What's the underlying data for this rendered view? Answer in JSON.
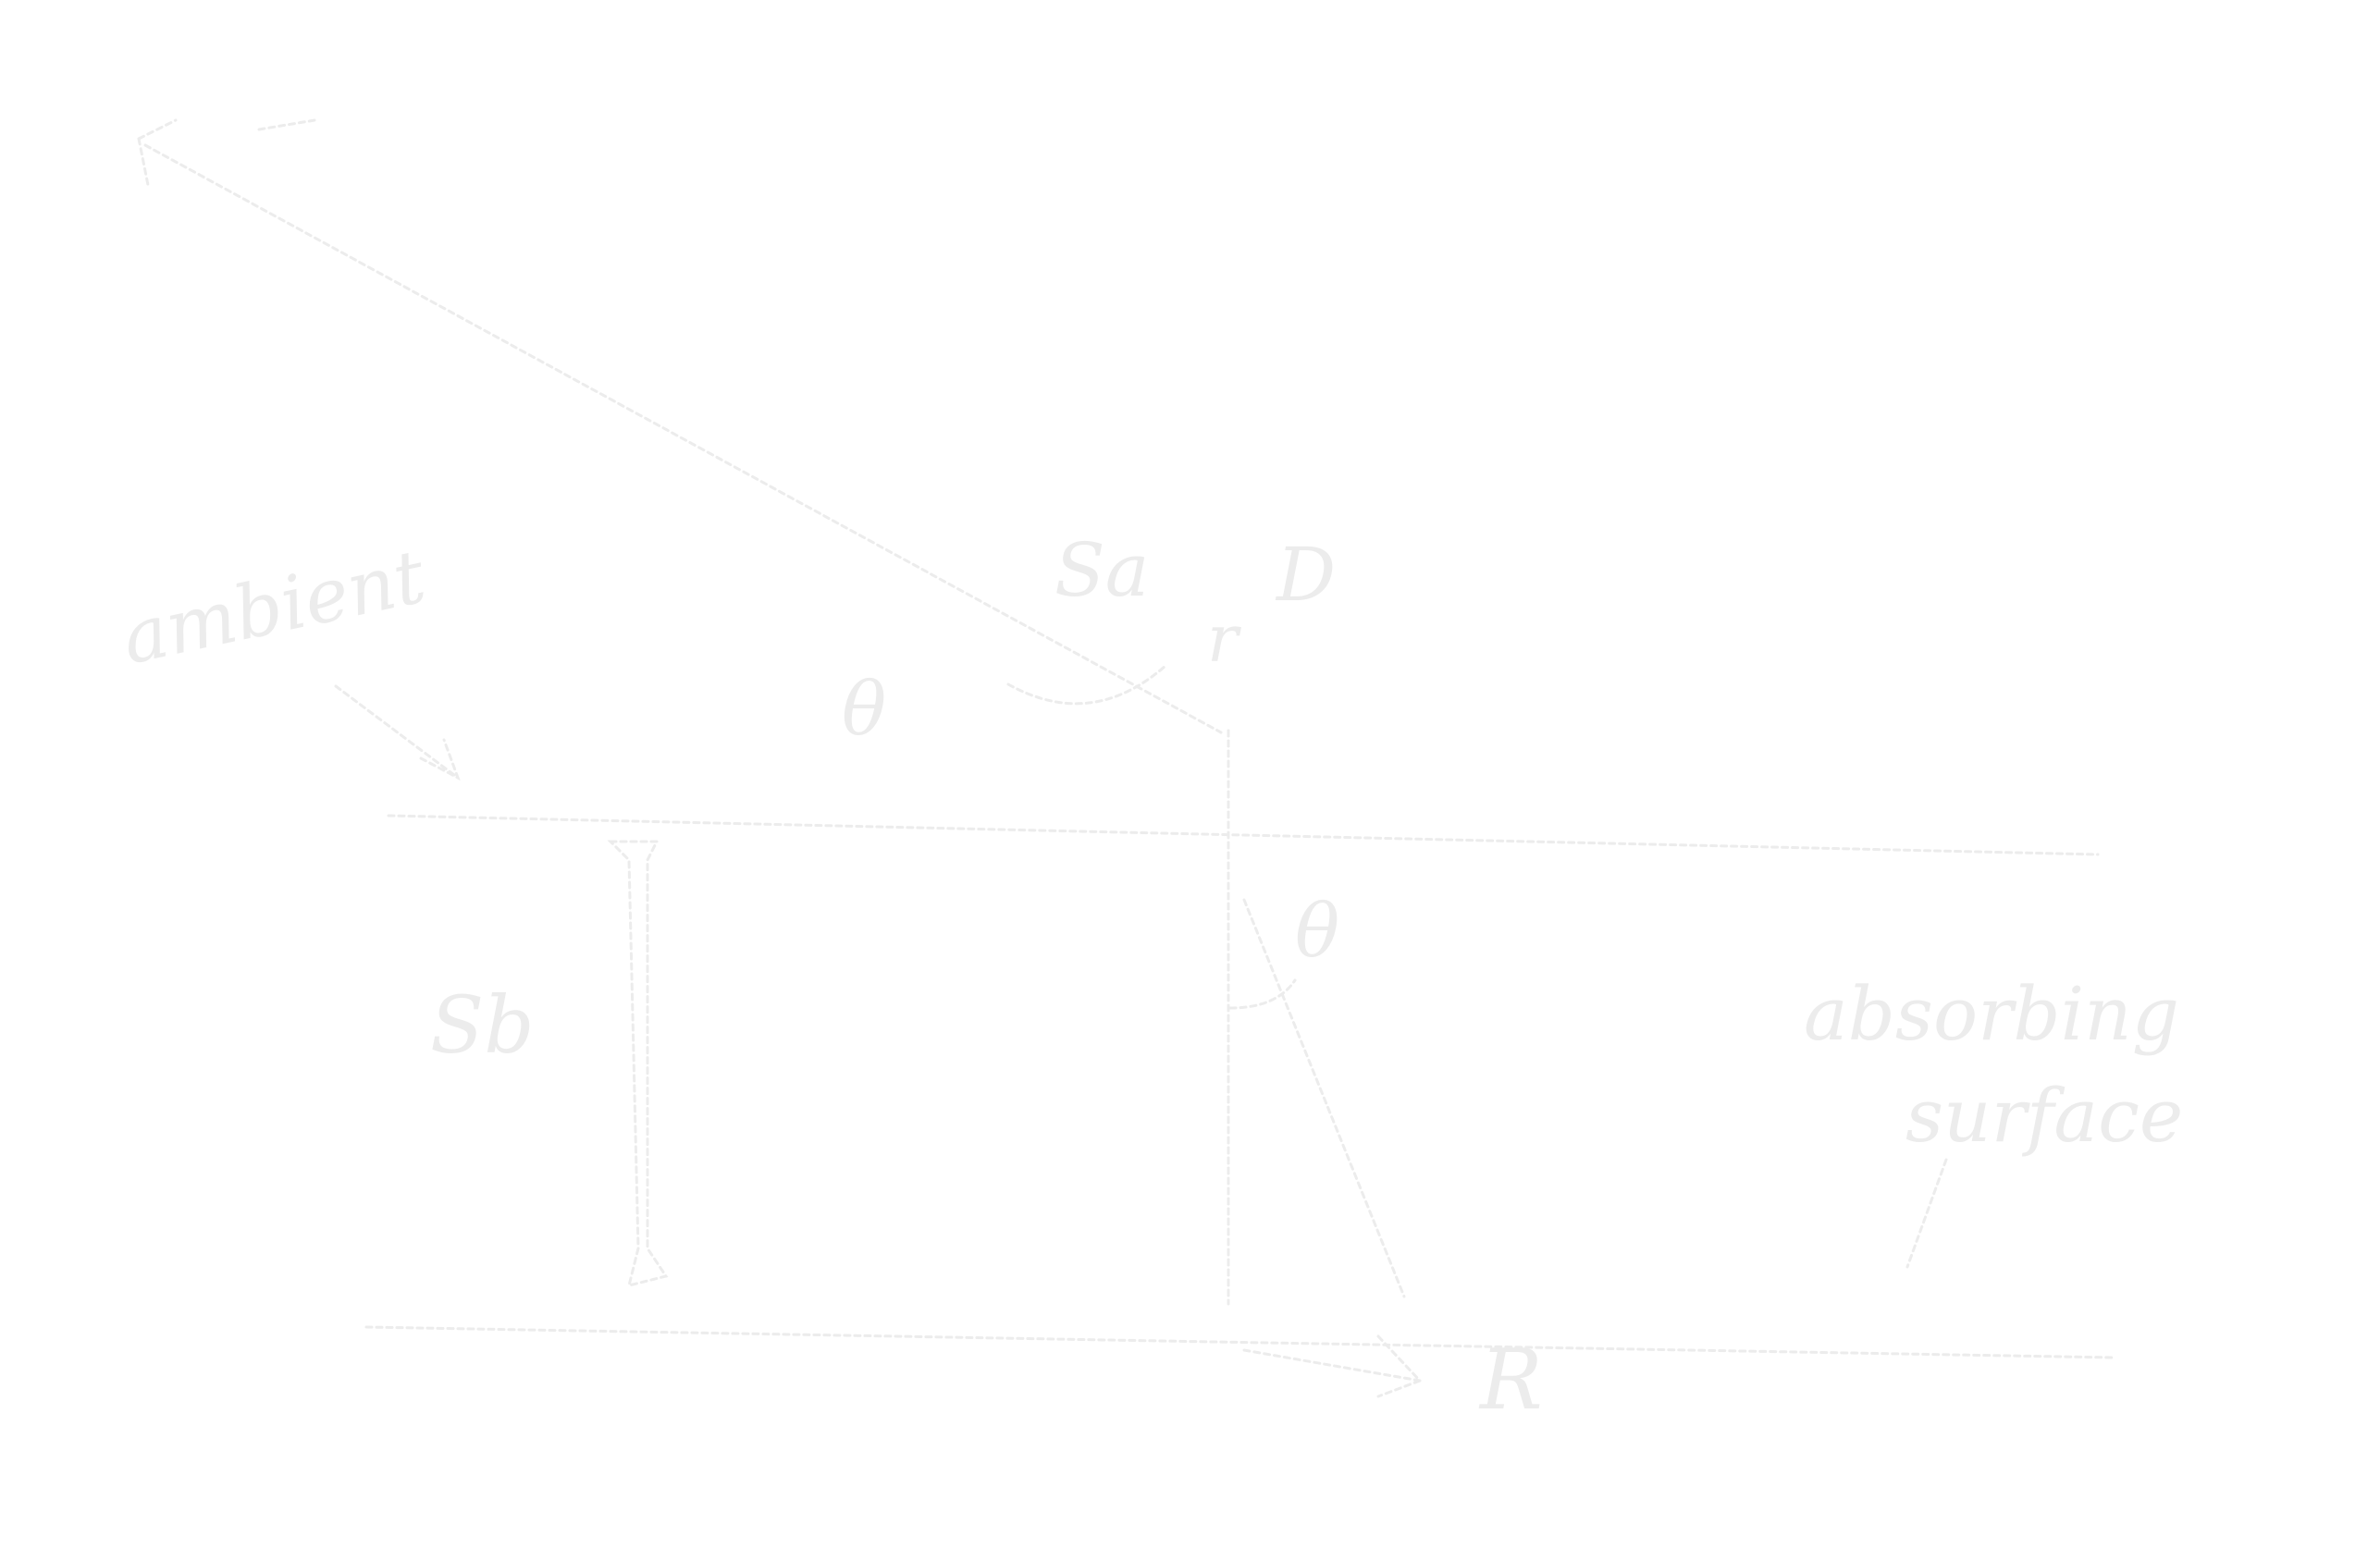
{
  "diagram": {
    "labels": {
      "left_note": "ambient",
      "theta_top": "θ",
      "sa": "Sa",
      "d": "D",
      "r_top": "r",
      "sb": "Sb",
      "theta_right": "θ",
      "r_bottom": "R",
      "right_note_line1": "absorbing",
      "right_note_line2": "surface"
    },
    "stroke_color": "#ececec",
    "background": "#ffffff"
  }
}
